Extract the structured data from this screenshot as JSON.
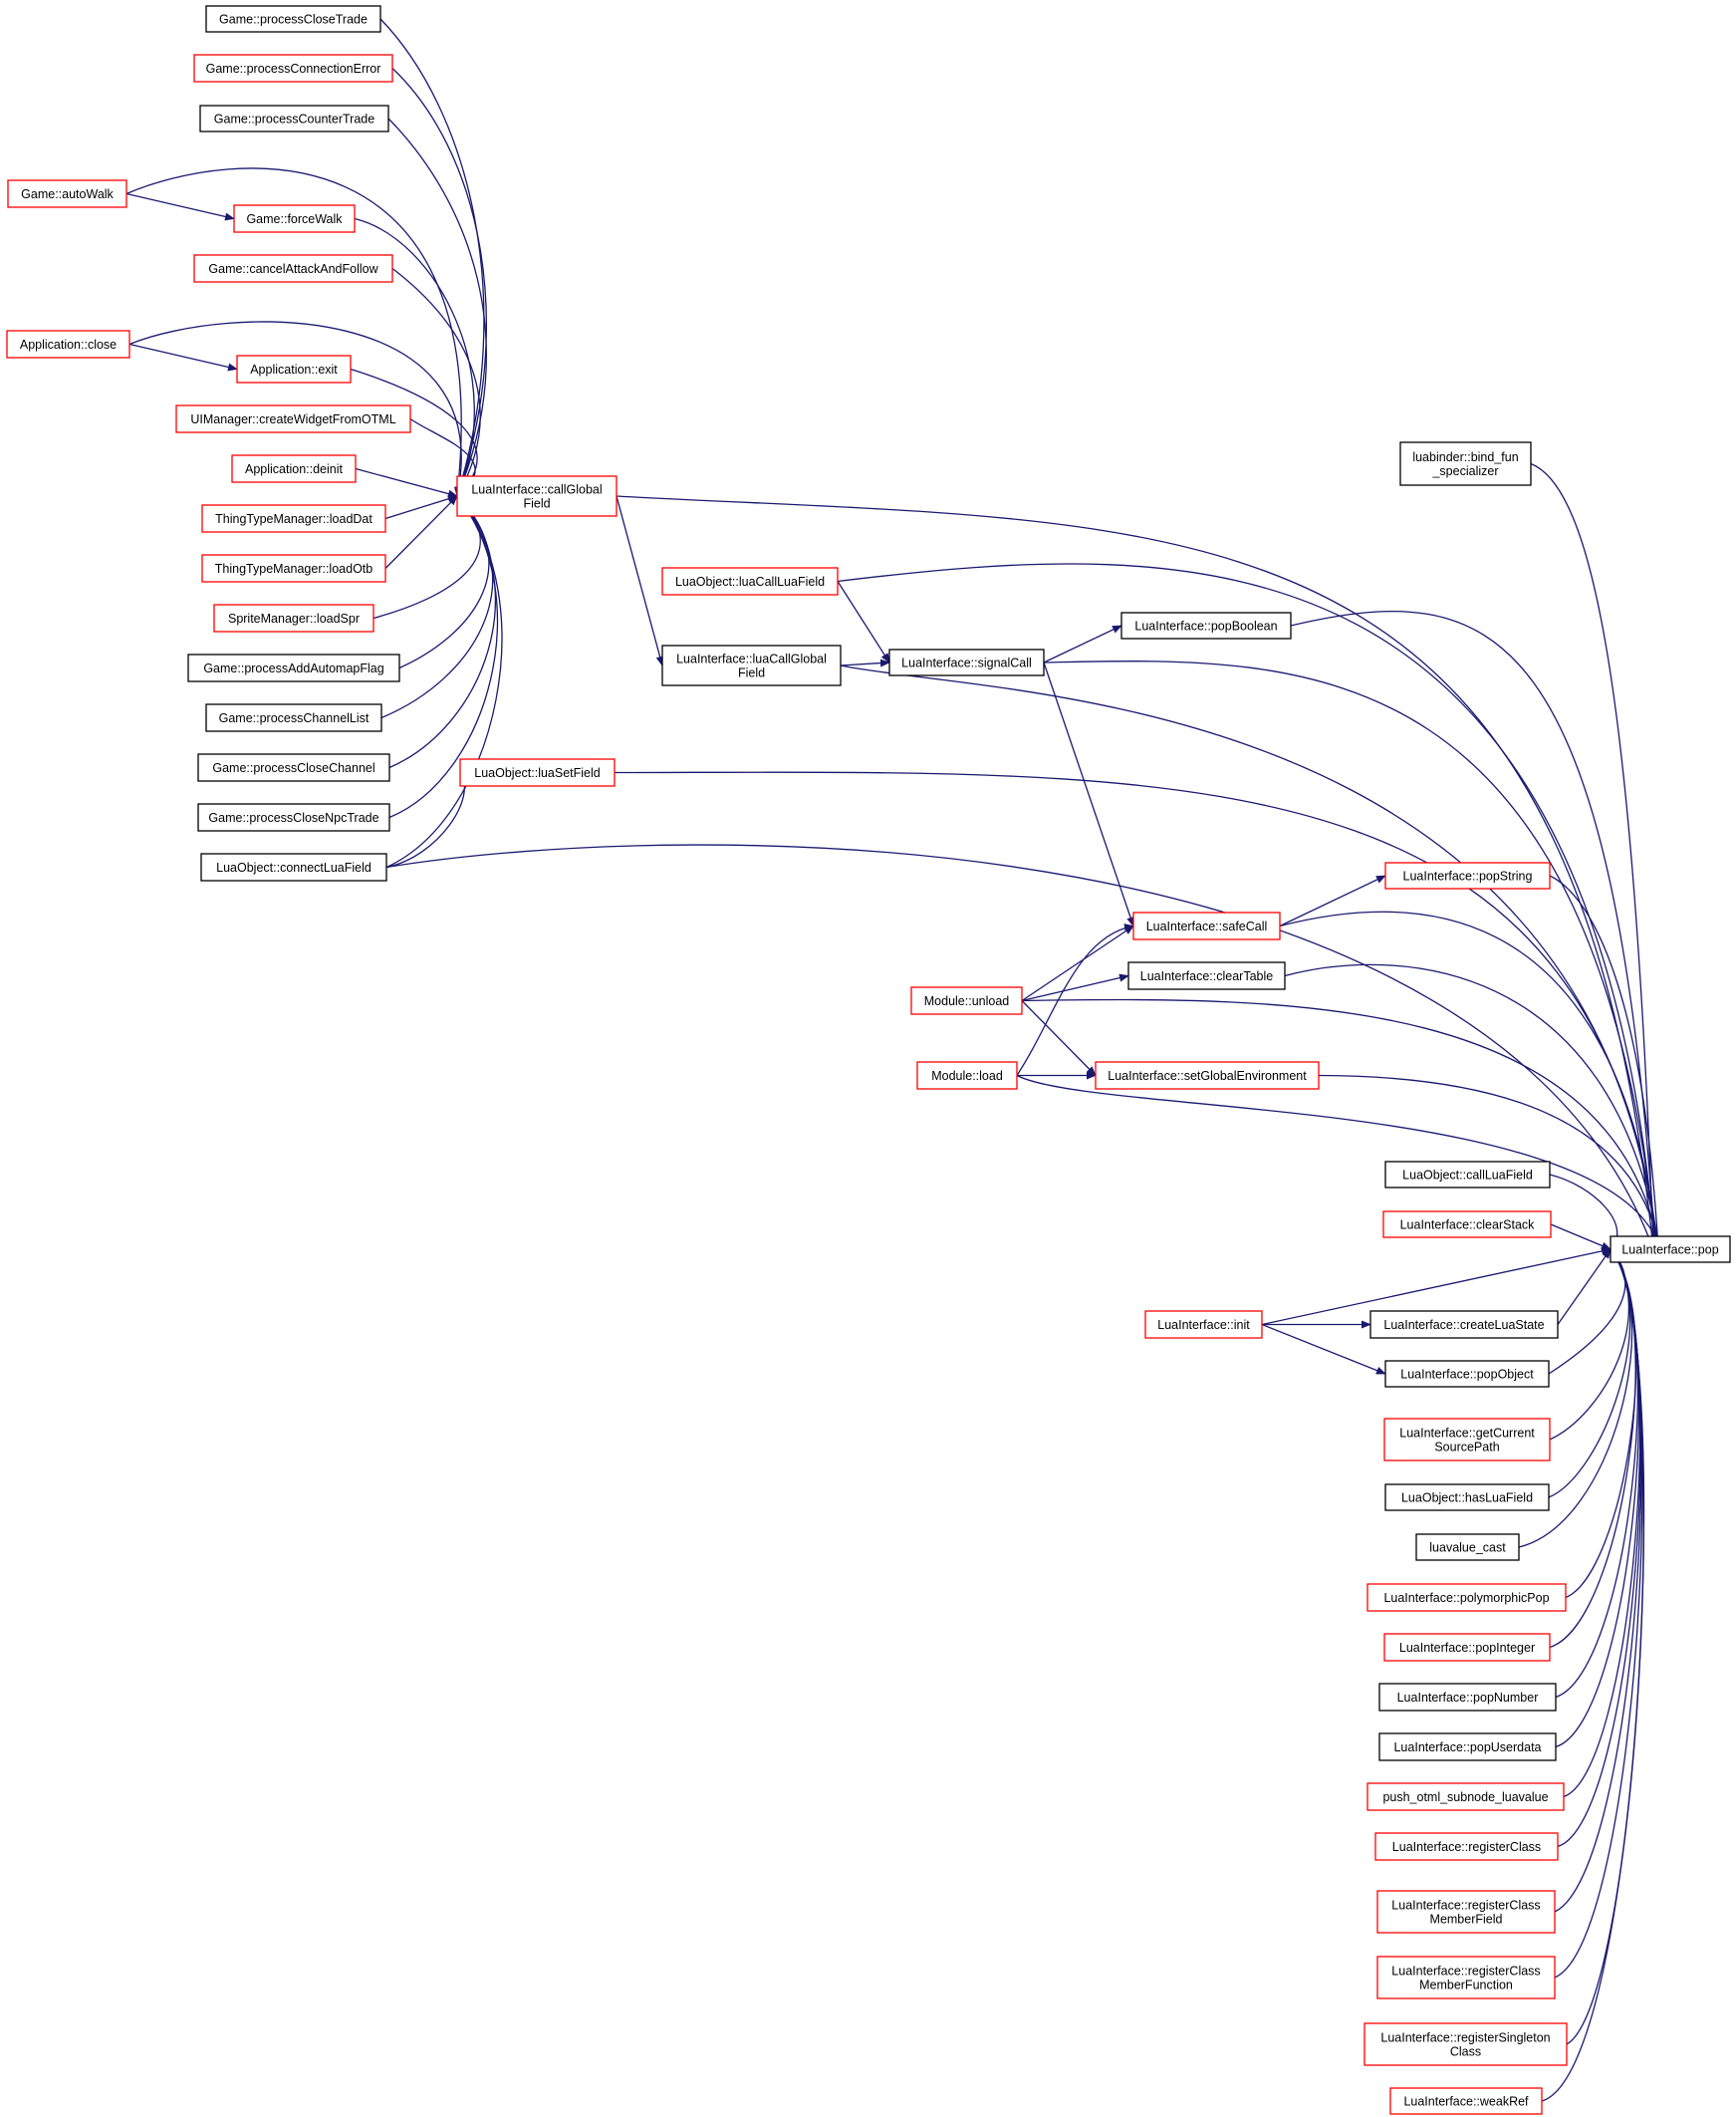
{
  "colors": {
    "edge": "#191970",
    "node_border_documented": "#000000",
    "node_border_undocumented": "#ff0000",
    "focus_fill": "#bfbfbf",
    "background": "#ffffff"
  },
  "nodes": [
    {
      "id": "n_pct",
      "label": [
        "Game::processCloseTrade"
      ],
      "style": "black"
    },
    {
      "id": "n_pce",
      "label": [
        "Game::processConnectionError"
      ],
      "style": "red"
    },
    {
      "id": "n_pcounter",
      "label": [
        "Game::processCounterTrade"
      ],
      "style": "black"
    },
    {
      "id": "n_autowalk",
      "label": [
        "Game::autoWalk"
      ],
      "style": "red"
    },
    {
      "id": "n_forcewalk",
      "label": [
        "Game::forceWalk"
      ],
      "style": "red"
    },
    {
      "id": "n_cancel",
      "label": [
        "Game::cancelAttackAndFollow"
      ],
      "style": "red"
    },
    {
      "id": "n_appclose",
      "label": [
        "Application::close"
      ],
      "style": "red"
    },
    {
      "id": "n_appexit",
      "label": [
        "Application::exit"
      ],
      "style": "red"
    },
    {
      "id": "n_uimgr",
      "label": [
        "UIManager::createWidgetFromOTML"
      ],
      "style": "red"
    },
    {
      "id": "n_appdeinit",
      "label": [
        "Application::deinit"
      ],
      "style": "red"
    },
    {
      "id": "n_loaddat",
      "label": [
        "ThingTypeManager::loadDat"
      ],
      "style": "red"
    },
    {
      "id": "n_loadotb",
      "label": [
        "ThingTypeManager::loadOtb"
      ],
      "style": "red"
    },
    {
      "id": "n_loadspr",
      "label": [
        "SpriteManager::loadSpr"
      ],
      "style": "red"
    },
    {
      "id": "n_paddmap",
      "label": [
        "Game::processAddAutomapFlag"
      ],
      "style": "black"
    },
    {
      "id": "n_pchanlist",
      "label": [
        "Game::processChannelList"
      ],
      "style": "black"
    },
    {
      "id": "n_pclosechan",
      "label": [
        "Game::processCloseChannel"
      ],
      "style": "black"
    },
    {
      "id": "n_pclosenpc",
      "label": [
        "Game::processCloseNpcTrade"
      ],
      "style": "black"
    },
    {
      "id": "n_connect",
      "label": [
        "LuaObject::connectLuaField"
      ],
      "style": "black"
    },
    {
      "id": "n_callglobal",
      "label": [
        "LuaInterface::callGlobal",
        "Field"
      ],
      "style": "red"
    },
    {
      "id": "n_luacallluafield",
      "label": [
        "LuaObject::luaCallLuaField"
      ],
      "style": "red"
    },
    {
      "id": "n_luacallglobal",
      "label": [
        "LuaInterface::luaCallGlobal",
        "Field"
      ],
      "style": "black"
    },
    {
      "id": "n_luasetfield",
      "label": [
        "LuaObject::luaSetField"
      ],
      "style": "red"
    },
    {
      "id": "n_signalcall",
      "label": [
        "LuaInterface::signalCall"
      ],
      "style": "black"
    },
    {
      "id": "n_popboolean",
      "label": [
        "LuaInterface::popBoolean"
      ],
      "style": "black"
    },
    {
      "id": "n_bindfun",
      "label": [
        "luabinder::bind_fun",
        "_specializer"
      ],
      "style": "black"
    },
    {
      "id": "n_popstring",
      "label": [
        "LuaInterface::popString"
      ],
      "style": "red"
    },
    {
      "id": "n_safecall",
      "label": [
        "LuaInterface::safeCall"
      ],
      "style": "red"
    },
    {
      "id": "n_cleartable",
      "label": [
        "LuaInterface::clearTable"
      ],
      "style": "black"
    },
    {
      "id": "n_modunload",
      "label": [
        "Module::unload"
      ],
      "style": "red"
    },
    {
      "id": "n_setglobalenv",
      "label": [
        "LuaInterface::setGlobalEnvironment"
      ],
      "style": "red"
    },
    {
      "id": "n_modload",
      "label": [
        "Module::load"
      ],
      "style": "red"
    },
    {
      "id": "n_callluafield",
      "label": [
        "LuaObject::callLuaField"
      ],
      "style": "black"
    },
    {
      "id": "n_clearstack",
      "label": [
        "LuaInterface::clearStack"
      ],
      "style": "red"
    },
    {
      "id": "n_pop",
      "label": [
        "LuaInterface::pop"
      ],
      "style": "focus"
    },
    {
      "id": "n_init",
      "label": [
        "LuaInterface::init"
      ],
      "style": "red"
    },
    {
      "id": "n_createstate",
      "label": [
        "LuaInterface::createLuaState"
      ],
      "style": "black"
    },
    {
      "id": "n_popobject",
      "label": [
        "LuaInterface::popObject"
      ],
      "style": "black"
    },
    {
      "id": "n_getsrcpath",
      "label": [
        "LuaInterface::getCurrent",
        "SourcePath"
      ],
      "style": "red"
    },
    {
      "id": "n_hasluafield",
      "label": [
        "LuaObject::hasLuaField"
      ],
      "style": "black"
    },
    {
      "id": "n_luavaluecast",
      "label": [
        "luavalue_cast"
      ],
      "style": "black"
    },
    {
      "id": "n_polypop",
      "label": [
        "LuaInterface::polymorphicPop"
      ],
      "style": "red"
    },
    {
      "id": "n_popinteger",
      "label": [
        "LuaInterface::popInteger"
      ],
      "style": "red"
    },
    {
      "id": "n_popnumber",
      "label": [
        "LuaInterface::popNumber"
      ],
      "style": "black"
    },
    {
      "id": "n_popuserdata",
      "label": [
        "LuaInterface::popUserdata"
      ],
      "style": "black"
    },
    {
      "id": "n_pushotml",
      "label": [
        "push_otml_subnode_luavalue"
      ],
      "style": "red"
    },
    {
      "id": "n_regclass",
      "label": [
        "LuaInterface::registerClass"
      ],
      "style": "red"
    },
    {
      "id": "n_regmemberfield",
      "label": [
        "LuaInterface::registerClass",
        "MemberField"
      ],
      "style": "red"
    },
    {
      "id": "n_regmemberfunc",
      "label": [
        "LuaInterface::registerClass",
        "MemberFunction"
      ],
      "style": "red"
    },
    {
      "id": "n_regsingleton",
      "label": [
        "LuaInterface::registerSingleton",
        "Class"
      ],
      "style": "red"
    },
    {
      "id": "n_weakref",
      "label": [
        "LuaInterface::weakRef"
      ],
      "style": "red"
    }
  ]
}
